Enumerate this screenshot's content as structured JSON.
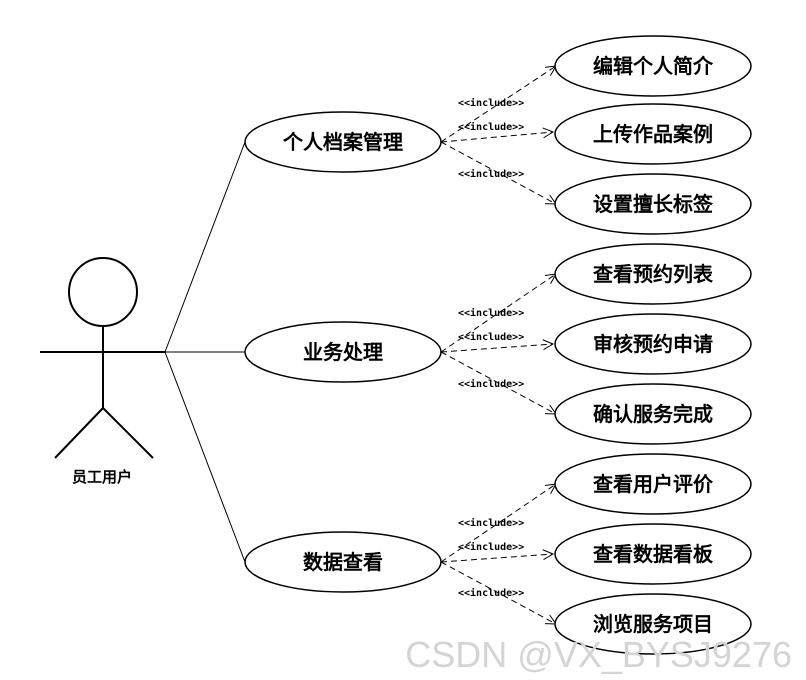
{
  "actor": {
    "label": "员工用户"
  },
  "groups": [
    {
      "main": "个人档案管理",
      "subs": [
        "编辑个人简介",
        "上传作品案例",
        "设置擅长标签"
      ],
      "relation": "<<include>>"
    },
    {
      "main": "业务处理",
      "subs": [
        "查看预约列表",
        "审核预约申请",
        "确认服务完成"
      ],
      "relation": "<<include>>"
    },
    {
      "main": "数据查看",
      "subs": [
        "查看用户评价",
        "查看数据看板",
        "浏览服务项目"
      ],
      "relation": "<<include>>"
    }
  ],
  "watermark": "CSDN @VX_BYSJ9276"
}
